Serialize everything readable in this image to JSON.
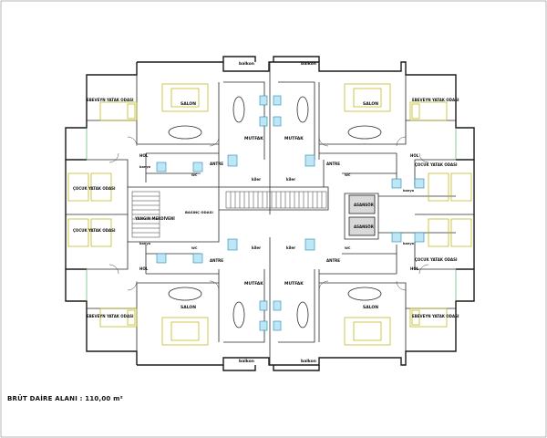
{
  "labels": {
    "balkon": "balkon",
    "ebeveyn": "EBEVEYN YATAK ODASI",
    "salon": "SALON",
    "mutfak": "MUTFAK",
    "hol": "HOL",
    "antre": "ANTRE",
    "wc": "WC",
    "banyo": "banyo",
    "cocuk": "ÇOCUK YATAK ODASI",
    "yangin": "YANGIN MERDİVENİ",
    "basinc": "BASINÇ ODASI",
    "asansor": "ASANSÖR",
    "kiler": "kiler"
  },
  "footer": {
    "area_label": "BRÜT DAİRE ALANI : 110,00 m²"
  }
}
